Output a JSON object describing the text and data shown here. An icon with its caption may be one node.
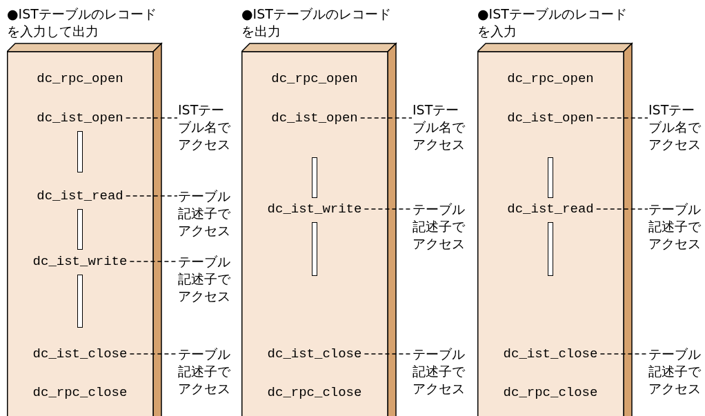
{
  "diagram": {
    "nodes": [
      {
        "text": [
          "●ISTテーブルのレコードを入力して出力"
        ]
      },
      {
        "text": [
          "dc_rpc_open"
        ],
        "in": 0
      },
      {
        "text": [
          "dc_ist_open"
        ],
        "in": 0
      },
      {
        "text": [],
        "shape": "bar",
        "in": 0
      },
      {
        "text": [
          "dc_ist_read"
        ],
        "in": 0
      },
      {
        "text": [],
        "shape": "bar",
        "in": 0
      },
      {
        "text": [
          "dc_ist_write"
        ],
        "in": 0
      },
      {
        "text": [],
        "shape": "bar",
        "in": 0
      },
      {
        "text": [
          "dc_ist_close"
        ],
        "in": 0
      },
      {
        "text": [
          "dc_rpc_close"
        ],
        "in": 0
      },
      {
        "text": [
          "ISTテーブル名でアクセス"
        ]
      },
      {
        "text": [
          "テーブル記述子でアクセス"
        ]
      },
      {
        "text": [
          "テーブル記述子でアクセス"
        ]
      },
      {
        "text": [
          "テーブル記述子でアクセス"
        ]
      },
      {
        "text": [
          "●ISTテーブルのレコードを出力"
        ]
      },
      {
        "text": [
          "dc_rpc_open"
        ],
        "in": 14
      },
      {
        "text": [
          "dc_ist_open"
        ],
        "in": 14
      },
      {
        "text": [],
        "shape": "bar",
        "in": 14
      },
      {
        "text": [
          "dc_ist_write"
        ],
        "in": 14
      },
      {
        "text": [],
        "shape": "bar",
        "in": 14
      },
      {
        "text": [
          "dc_ist_close"
        ],
        "in": 14
      },
      {
        "text": [
          "dc_rpc_close"
        ],
        "in": 14
      },
      {
        "text": [
          "ISTテーブル名でアクセス"
        ]
      },
      {
        "text": [
          "テーブル記述子でアクセス"
        ]
      },
      {
        "text": [
          "テーブル記述子でアクセス"
        ]
      },
      {
        "text": [
          "●ISTテーブルのレコードを入力"
        ]
      },
      {
        "text": [
          "dc_rpc_open"
        ],
        "in": 25
      },
      {
        "text": [
          "dc_ist_open"
        ],
        "in": 25
      },
      {
        "text": [],
        "shape": "bar",
        "in": 25
      },
      {
        "text": [
          "dc_ist_read"
        ],
        "in": 25
      },
      {
        "text": [],
        "shape": "bar",
        "in": 25
      },
      {
        "text": [
          "dc_ist_close"
        ],
        "in": 25
      },
      {
        "text": [
          "dc_rpc_close"
        ],
        "in": 25
      },
      {
        "text": [
          "ISTテーブル名でアクセス"
        ]
      },
      {
        "text": [
          "テーブル記述子でアクセス"
        ]
      },
      {
        "text": [
          "テーブル記述子でアクセス"
        ]
      }
    ],
    "edges": [
      {
        "from": 2,
        "to": 10,
        "arrow": "none",
        "style": "dashed"
      },
      {
        "from": 4,
        "to": 11,
        "arrow": "none",
        "style": "dashed"
      },
      {
        "from": 6,
        "to": 12,
        "arrow": "none",
        "style": "dashed"
      },
      {
        "from": 8,
        "to": 13,
        "arrow": "none",
        "style": "dashed"
      },
      {
        "from": 16,
        "to": 22,
        "arrow": "none",
        "style": "dashed"
      },
      {
        "from": 18,
        "to": 23,
        "arrow": "none",
        "style": "dashed"
      },
      {
        "from": 20,
        "to": 24,
        "arrow": "none",
        "style": "dashed"
      },
      {
        "from": 27,
        "to": 33,
        "arrow": "none",
        "style": "dashed"
      },
      {
        "from": 29,
        "to": 34,
        "arrow": "none",
        "style": "dashed"
      },
      {
        "from": 31,
        "to": 35,
        "arrow": "none",
        "style": "dashed"
      }
    ]
  }
}
